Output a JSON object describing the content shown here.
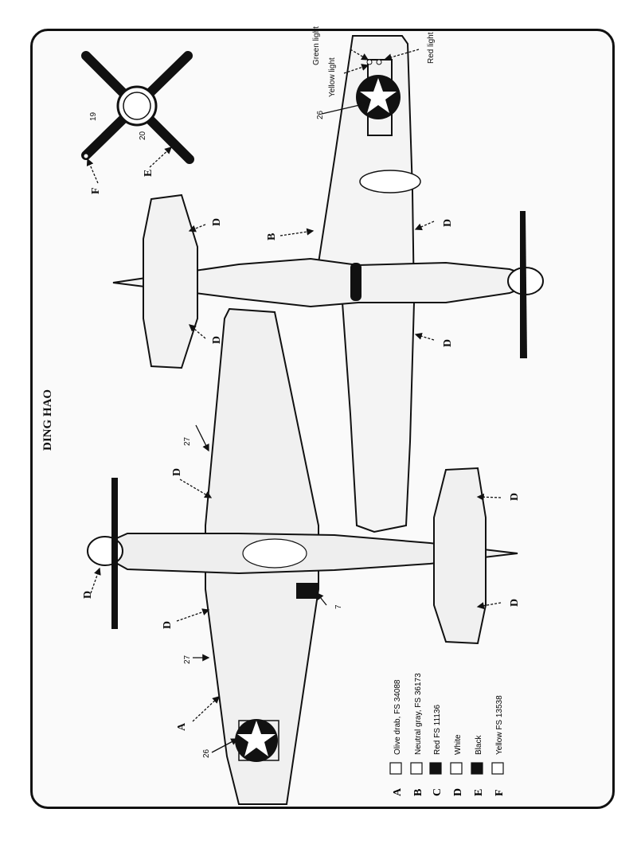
{
  "title": "DING HAO",
  "legend": [
    {
      "letter": "A",
      "label": "Olive drab, FS 34088",
      "swatch": "#ffffff"
    },
    {
      "letter": "B",
      "label": "Neutral gray, FS 36173",
      "swatch": "#ffffff"
    },
    {
      "letter": "C",
      "label": "Red FS 11136",
      "swatch": "#111111"
    },
    {
      "letter": "D",
      "label": "White",
      "swatch": "#ffffff"
    },
    {
      "letter": "E",
      "label": "Black",
      "swatch": "#111111"
    },
    {
      "letter": "F",
      "label": "Yellow FS 13538",
      "swatch": "#ffffff"
    }
  ],
  "lights": {
    "green": "Green light",
    "red": "Red light",
    "yellow": "Yellow light"
  },
  "callouts": {
    "n26": "26",
    "n27": "27",
    "n7": "7",
    "n19": "19",
    "n20": "20",
    "A": "A",
    "B": "B",
    "D": "D",
    "E": "E",
    "F": "F"
  }
}
